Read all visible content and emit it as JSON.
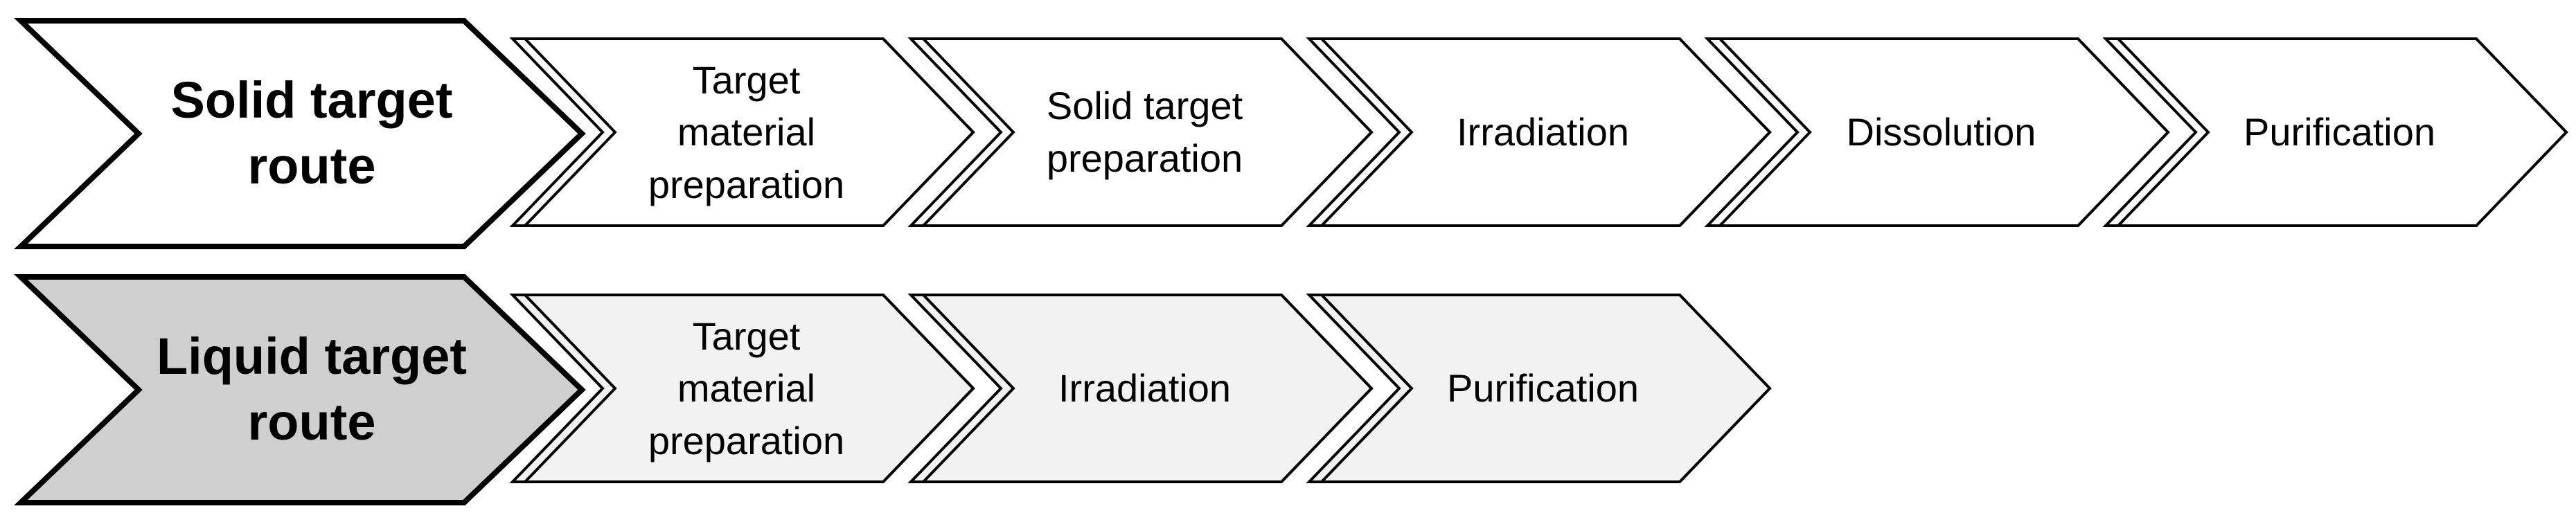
{
  "colors": {
    "stroke": "#000000",
    "solid_route_fill": "#ffffff",
    "liquid_route_fill": "#cfcfcf",
    "solid_step_fill": "#ffffff",
    "liquid_step_fill": "#f2f2f2"
  },
  "rows": [
    {
      "id": "solid",
      "route_label": "Solid target\nroute",
      "steps": [
        "Target\nmaterial\npreparation",
        "Solid target\npreparation",
        "Irradiation",
        "Dissolution",
        "Purification"
      ]
    },
    {
      "id": "liquid",
      "route_label": "Liquid target\nroute",
      "steps": [
        "Target\nmaterial\npreparation",
        "Irradiation",
        "Purification"
      ]
    }
  ]
}
